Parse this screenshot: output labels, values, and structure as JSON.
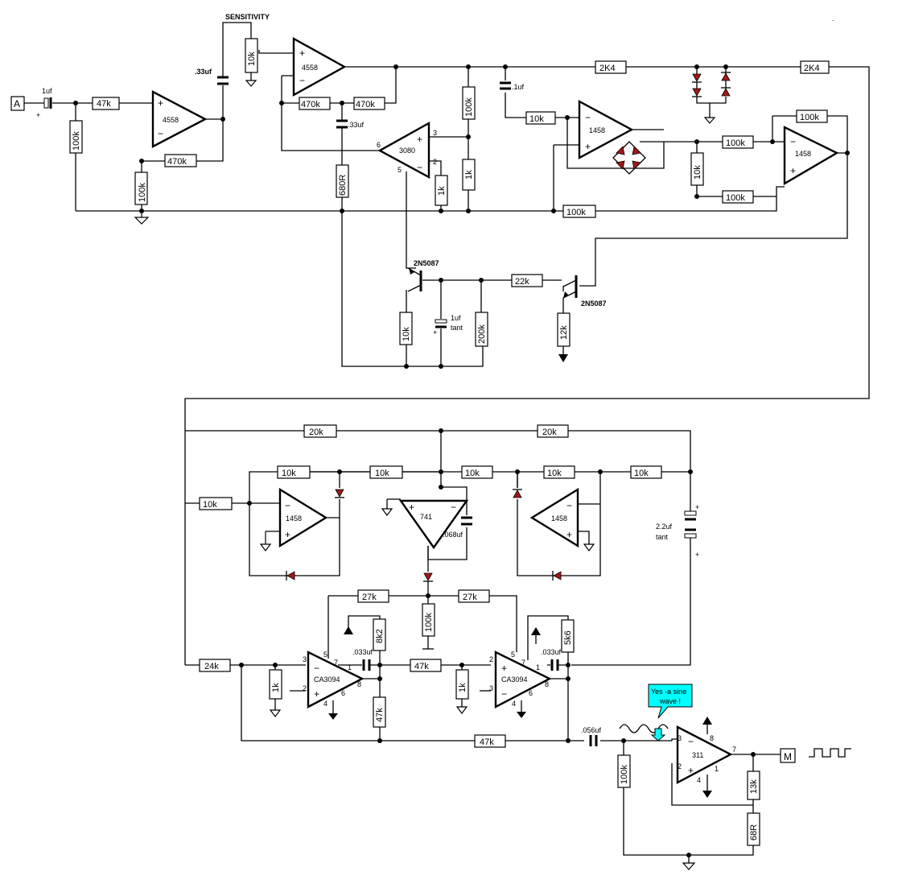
{
  "terminals": {
    "input": "A",
    "output": "M"
  },
  "labels": {
    "sensitivity": "SENSITIVITY",
    "plus": "+",
    "tant": "tant",
    "bubble_line1": "Yes -a sine",
    "bubble_line2": "wave !"
  },
  "chips": {
    "u4558a": "4558",
    "u4558b": "4558",
    "u3080": "3080",
    "u1458a": "1458",
    "u1458b": "1458",
    "u1458c": "1458",
    "u1458d": "1458",
    "u741": "741",
    "u3094a": "CA3094",
    "u3094b": "CA3094",
    "u311": "311"
  },
  "transistors": {
    "q1": "2N5087",
    "q2": "2N5087"
  },
  "resistors": {
    "r47k_in": "47k",
    "r100k_in": "100k",
    "r470k_fb1": "470k",
    "r100k_g1": "100k",
    "r10k_sens": "10k",
    "r470k_a": "470k",
    "r470k_b": "470k",
    "r680": "680R",
    "r100k_v": "100k",
    "r1k_v": "1k",
    "r1k_b": "1k",
    "r2k4_a": "2K4",
    "r2k4_b": "2K4",
    "r10k_rect": "10k",
    "r100k_r1": "100k",
    "r10k_r": "10k",
    "r100k_r2": "100k",
    "r100k_r3": "100k",
    "r100k_bot": "100k",
    "r10k_q": "10k",
    "r200k": "200k",
    "r22k": "22k",
    "r12k": "12k",
    "r20k_a": "20k",
    "r20k_b": "20k",
    "r10k_a": "10k",
    "r10k_b": "10k",
    "r10k_c": "10k",
    "r10k_d": "10k",
    "r10k_e": "10k",
    "r10k_f": "10k",
    "r27k_a": "27k",
    "r27k_b": "27k",
    "r8k2": "8k2",
    "r100k_m": "100k",
    "r5k6": "5k6",
    "r24k": "24k",
    "r1k_c": "1k",
    "r47k_m": "47k",
    "r1k_d": "1k",
    "r47k_v": "47k",
    "r47k_h": "47k",
    "r100k_cmp": "100k",
    "r13k": "13k",
    "r68": "68R"
  },
  "capacitors": {
    "c1uf_in": "1uf",
    "c33_a": ".33uf",
    "c33_b": ".33uf",
    "c1uf_r": ".1uf",
    "c1uf_tant": "1uf",
    "c068": ".068uf",
    "c22": "2.2uf",
    "c033_a": ".033uf",
    "c033_b": ".033uf",
    "c056": ".056uf"
  },
  "pins": {
    "p3": "3",
    "p6": "6",
    "p5": "5",
    "p2": "2",
    "p7": "7",
    "p1": "1",
    "p8": "8",
    "p4": "4"
  },
  "colors": {
    "wire": "#000000",
    "diode": "#a01818",
    "bubble": "#00ffff"
  }
}
